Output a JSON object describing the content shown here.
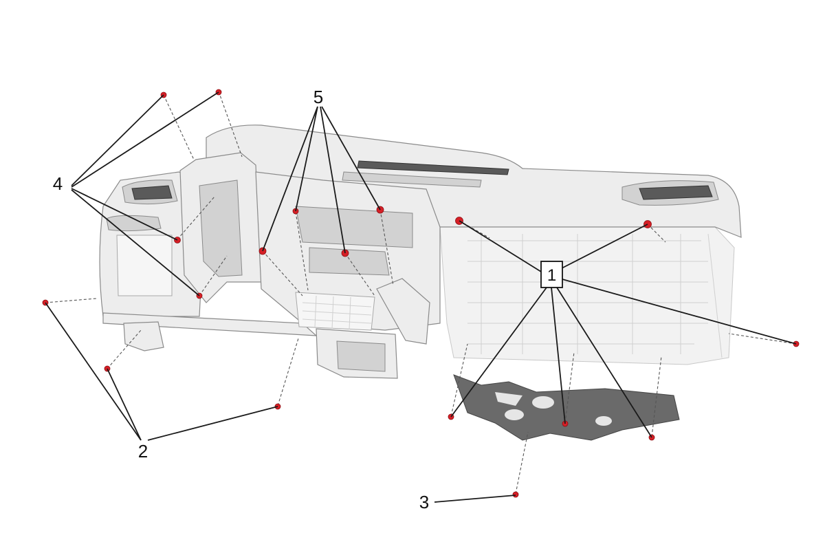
{
  "callouts": {
    "c1": "1",
    "c2": "2",
    "c3": "3",
    "c4": "4",
    "c5": "5"
  },
  "colors": {
    "fastener": "#d61f26",
    "panel": "#ededed",
    "shield": "#6a6a6a"
  }
}
